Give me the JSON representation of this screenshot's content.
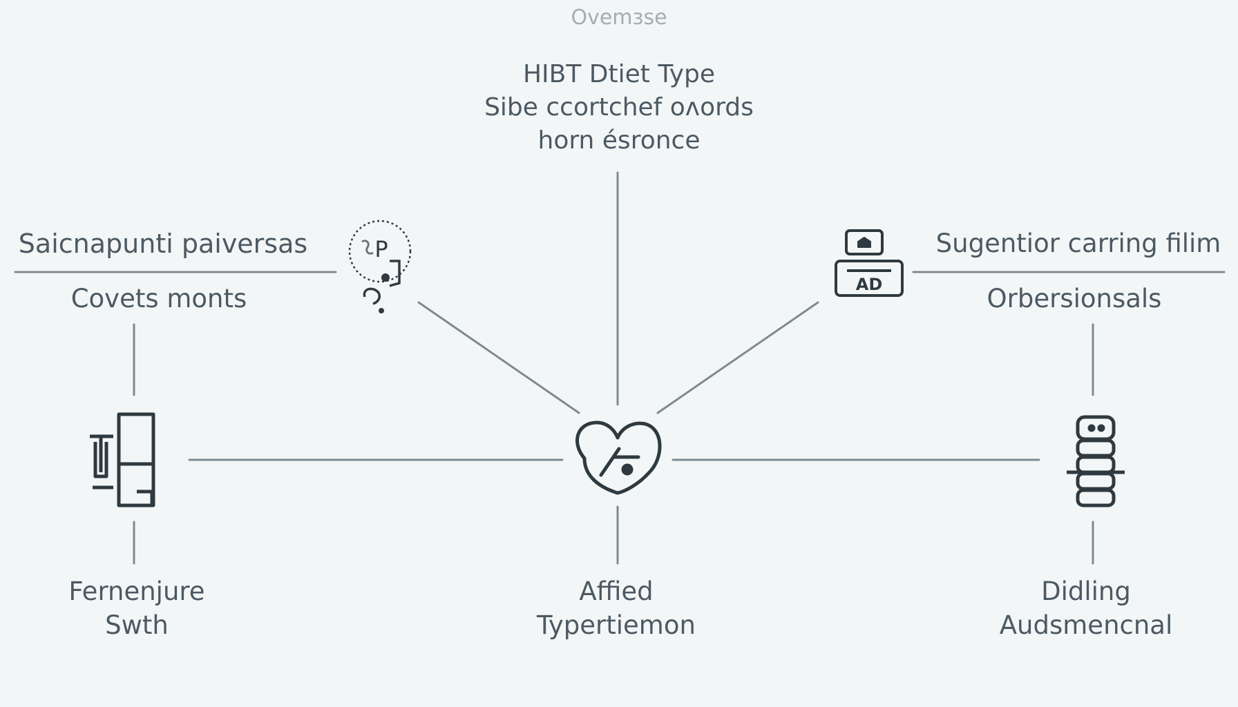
{
  "colors": {
    "background": "#f3f6f6",
    "line": "#7d8a90",
    "icon": "#2e3a40",
    "text": "#4c5962",
    "caption": "#a3aeb3"
  },
  "diagram": {
    "caption": "Ovemɜse",
    "center_top": {
      "line1": "HIBT Dtiet Type",
      "line2": "Sibe ccortchef oʌords",
      "line3": "horn ésronce"
    },
    "left_top": "Saicnapunti paiversas",
    "left_sub": "Covets monts",
    "right_top": "Sugentior carring filim",
    "right_sub": "Orbersionsals",
    "bottom_left": {
      "line1": "Fernenjure",
      "line2": "Swth"
    },
    "bottom_center": {
      "line1": "Affied",
      "line2": "Typertiemon"
    },
    "bottom_right": {
      "line1": "Didling",
      "line2": "Audsmencnal"
    },
    "icons": {
      "center": "heart-gauge-icon",
      "upper_left": "person-profile-icon",
      "upper_right": "ad-monitor-icon",
      "left": "device-tool-icon",
      "right": "stacked-server-icon",
      "upper_left_letter": "P",
      "upper_right_letter": "AD"
    }
  }
}
